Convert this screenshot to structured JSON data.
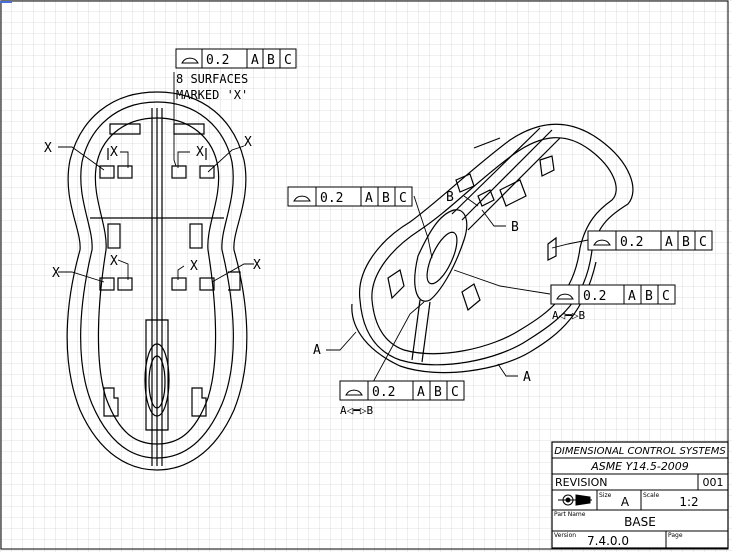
{
  "callouts": {
    "fcf_top": {
      "symbol": "surface-profile-icon",
      "tolerance": "0.2",
      "datums": [
        "A",
        "B",
        "C"
      ],
      "note_line1": "8 SURFACES",
      "note_line2": "MARKED 'X'"
    },
    "fcf_left": {
      "symbol": "surface-profile-icon",
      "tolerance": "0.2",
      "datums": [
        "A",
        "B",
        "C"
      ]
    },
    "fcf_right_upper": {
      "symbol": "surface-profile-icon",
      "tolerance": "0.2",
      "datums": [
        "A",
        "B",
        "C"
      ]
    },
    "fcf_right_lower": {
      "symbol": "surface-profile-icon",
      "tolerance": "0.2",
      "datums": [
        "A",
        "B",
        "C"
      ],
      "between": "A◁━▷B"
    },
    "fcf_bottom": {
      "symbol": "surface-profile-icon",
      "tolerance": "0.2",
      "datums": [
        "A",
        "B",
        "C"
      ],
      "between": "A◁━▷B"
    }
  },
  "markers": {
    "x": "X",
    "a": "A",
    "b": "B"
  },
  "title_block": {
    "company": "DIMENSIONAL CONTROL SYSTEMS",
    "standard": "ASME Y14.5-2009",
    "revision_label": "REVISION",
    "revision_value": "001",
    "size_label": "Size",
    "size_value": "A",
    "scale_label": "Scale",
    "scale_value": "1:2",
    "part_name_label": "Part Name",
    "part_name_value": "BASE",
    "version_label": "Version",
    "version_value": "7.4.0.0",
    "page_label": "Page"
  },
  "colors": {
    "line": "#000000",
    "grid": "#d6d6d6",
    "background": "#ffffff",
    "corner_mark": "#4a6fd6"
  }
}
